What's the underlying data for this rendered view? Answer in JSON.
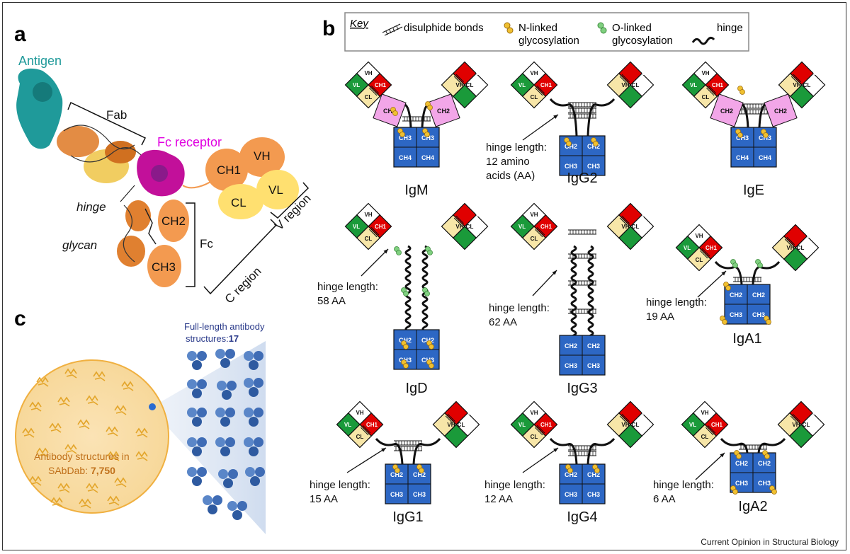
{
  "panel_a": {
    "letter": "a",
    "antigen": "Antigen",
    "fab": "Fab",
    "fc_receptor": "Fc receptor",
    "hinge": "hinge",
    "glycan": "glycan",
    "fc": "Fc",
    "ch1": "CH1",
    "ch2": "CH2",
    "ch3": "CH3",
    "vh": "VH",
    "vl": "VL",
    "cl": "CL",
    "v_region": "V region",
    "c_region": "C region",
    "colors": {
      "antigen": "#1f9a9a",
      "fc_receptor": "#e000e0",
      "orange": "#f39a50",
      "yellow": "#ffe070"
    }
  },
  "panel_b": {
    "letter": "b",
    "key": {
      "title": "Key",
      "disulphide": "disulphide bonds",
      "n_linked_1": "N-linked",
      "n_linked_2": "glycosylation",
      "o_linked_1": "O-linked",
      "o_linked_2": "glycosylation",
      "hinge": "hinge"
    },
    "domains": {
      "vh": "VH",
      "vl": "VL",
      "ch1": "CH1",
      "cl": "CL",
      "ch2": "CH2",
      "ch3": "CH3",
      "ch4": "CH4"
    },
    "colors": {
      "vl": "#1a9a3a",
      "ch1": "#e00000",
      "cl": "#f7e6a8",
      "vh": "#ffffff",
      "fc": "#2d67c4",
      "pink": "#f2a6e8",
      "n_glycan": "#f0c030",
      "o_glycan": "#80d080"
    },
    "antibodies": {
      "igm": {
        "name": "IgM"
      },
      "igg2": {
        "name": "IgG2",
        "hinge_1": "hinge length:",
        "hinge_2": "12 amino",
        "hinge_3": "acids (AA)"
      },
      "ige": {
        "name": "IgE"
      },
      "igd": {
        "name": "IgD",
        "hinge_1": "hinge length:",
        "hinge_2": "58 AA"
      },
      "igg3": {
        "name": "IgG3",
        "hinge_1": "hinge length:",
        "hinge_2": "62 AA"
      },
      "iga1": {
        "name": "IgA1",
        "hinge_1": "hinge length:",
        "hinge_2": "19 AA"
      },
      "igg1": {
        "name": "IgG1",
        "hinge_1": "hinge length:",
        "hinge_2": "15 AA"
      },
      "igg4": {
        "name": "IgG4",
        "hinge_1": "hinge length:",
        "hinge_2": "12 AA"
      },
      "iga2": {
        "name": "IgA2",
        "hinge_1": "hinge length:",
        "hinge_2": "6 AA"
      }
    }
  },
  "panel_c": {
    "letter": "c",
    "full_length_1": "Full-length antibody",
    "full_length_2": "structures:",
    "full_length_count": "17",
    "sabdab_1": "Antibody structures in",
    "sabdab_2": "SAbDab: ",
    "sabdab_count": "7,750"
  },
  "footer": "Current Opinion in Structural Biology"
}
